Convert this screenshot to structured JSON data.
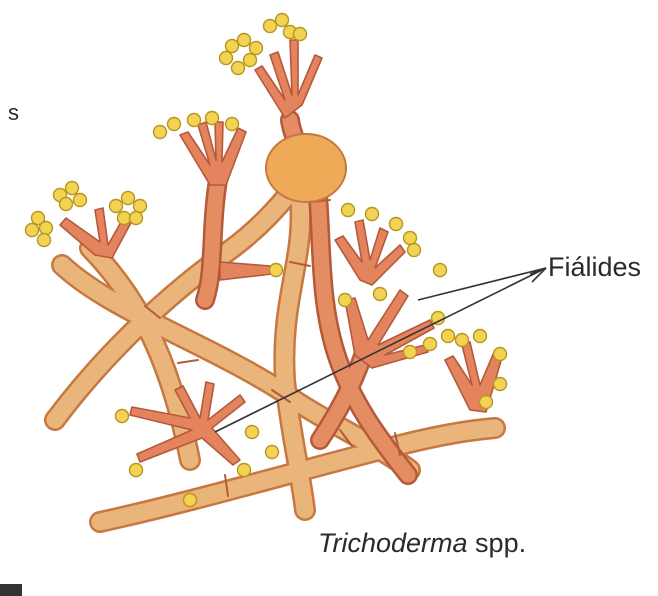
{
  "figure": {
    "edge_mark": "s",
    "callout_label": "Fiálides",
    "caption_genus": "Trichoderma",
    "caption_suffix": " spp."
  },
  "colors": {
    "hypha_fill": "#eab57a",
    "hypha_outline": "#c77740",
    "phialide_fill": "#e4845f",
    "vesicle_fill": "#efaa58",
    "spore_fill": "#f2d352",
    "spore_outline": "#b89520",
    "callout_line": "#333333"
  }
}
